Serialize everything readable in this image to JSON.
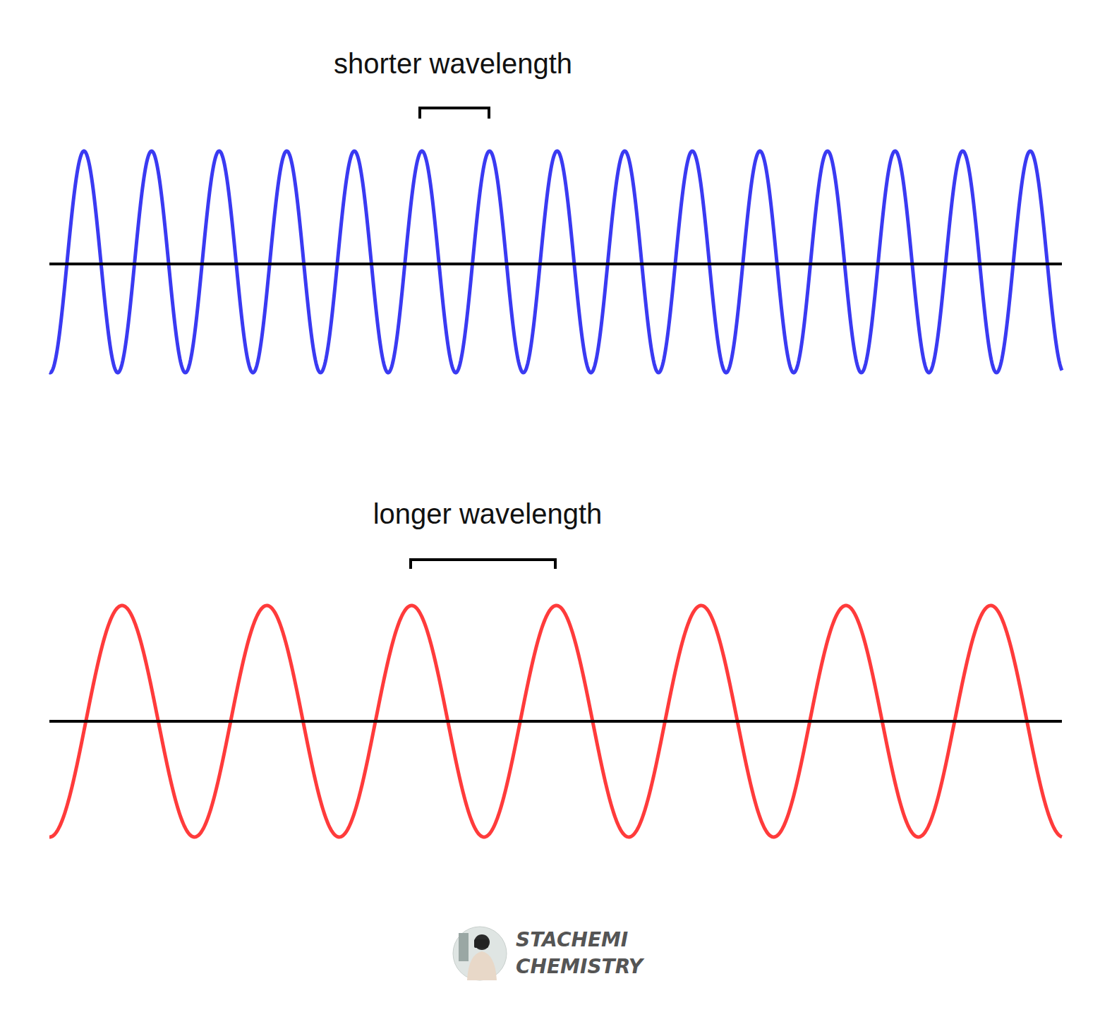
{
  "diagram": {
    "labels": [
      "shorter wavelength",
      "longer wavelength",
      "STACHEMI CHEMISTRY"
    ]
  }
}
